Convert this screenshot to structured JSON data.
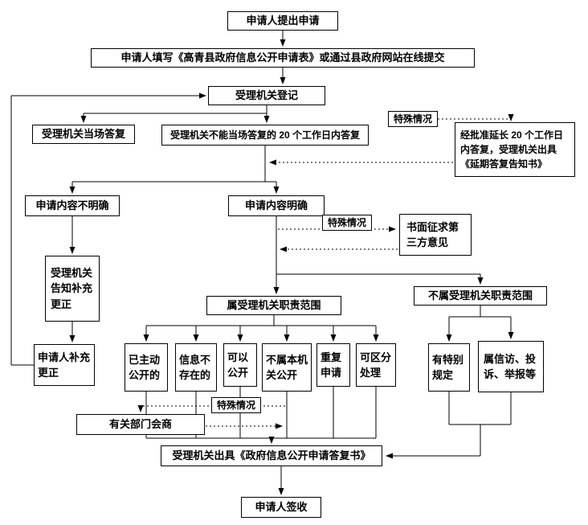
{
  "colors": {
    "line": "#000000",
    "box_border": "#000000",
    "box_fill": "#ffffff"
  },
  "nodes": {
    "start": "申请人提出申请",
    "fill_form": "申请人填写《高青县政府信息公开申请表》或通过县政府网站在线提交",
    "register": "受理机关登记",
    "onsite_reply": "受理机关当场答复",
    "deferred_reply": "受理机关不能当场答复的 20 个工作日内答复",
    "special_case_1": "特殊情况",
    "extension": "经批准延长 20 个工作日内答复，受理机关出具《延期答复告知书》",
    "content_unclear": "申请内容不明确",
    "content_clear": "申请内容明确",
    "special_case_2": "特殊情况",
    "third_party": "书面征求第三方意见",
    "notify_correction": "受理机关告知补充更正",
    "in_scope": "属受理机关职责范围",
    "out_of_scope": "不属受理机关职责范围",
    "already_public": "已主动公开的",
    "not_exist": "信息不存在的",
    "can_disclose": "可以公开",
    "not_this_authority": "不属本机关公开",
    "duplicate_request": "重复申请",
    "separable": "可区分处理",
    "applicant_correction": "申请人补充更正",
    "special_provisions": "有特别规定",
    "petition_complaint": "属信访、投诉、举报等",
    "special_case_3": "特殊情况",
    "dept_consult": "有关部门会商",
    "reply_letter": "受理机关出具《政府信息公开申请答复书》",
    "sign_receipt": "申请人签收"
  }
}
